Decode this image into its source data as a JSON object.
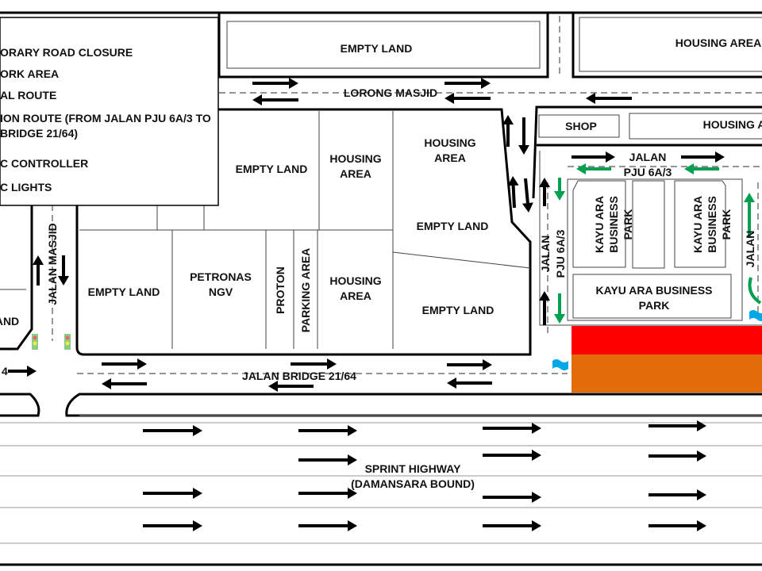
{
  "legend": {
    "items": [
      "ORARY ROAD CLOSURE",
      "ORK AREA",
      "AL ROUTE",
      "ION ROUTE (FROM JALAN PJU 6A/3 TO",
      "BRIDGE 21/64)",
      "C CONTROLLER",
      "C LIGHTS"
    ]
  },
  "roads": {
    "lorong_masjid": "LORONG MASJID",
    "jalan_masjid": "JALAN MASJID",
    "jalan_bridge": "JALAN BRIDGE 21/64",
    "jalan_bridge_left_fragment": "4",
    "pju_top_1": "JALAN",
    "pju_top_2": "PJU 6A/3",
    "pju_left_1": "JALAN",
    "pju_left_2": "PJU 6A/3",
    "pju_right": "JALAN",
    "highway_1": "SPRINT HIGHWAY",
    "highway_2": "(DAMANSARA BOUND)"
  },
  "areas": {
    "empty_top": "EMPTY LAND",
    "housing_top_right": "HOUSING AREA",
    "shop": "SHOP",
    "housing_right": "HOUSING A",
    "empty_mid": "EMPTY LAND",
    "housing_mid_1": "HOUSING",
    "housing_mid_2": "AREA",
    "housing_r_1": "HOUSING",
    "housing_r_2": "AREA",
    "empty_r": "EMPTY LAND",
    "empty_left": "EMPTY LAND",
    "petronas_1": "PETRONAS",
    "petronas_2": "NGV",
    "proton": "PROTON",
    "parking": "PARKING AREA",
    "housing_low_1": "HOUSING",
    "housing_low_2": "AREA",
    "empty_low": "EMPTY LAND",
    "left_fragment": "AND",
    "kayu_1a": "KAYU ARA",
    "kayu_1b": "BUSINESS",
    "kayu_1c": "PARK",
    "kayu_2a": "KAYU ARA",
    "kayu_2b": "BUSINESS",
    "kayu_2c": "PARK",
    "kayu_3a": "KAYU ARA BUSINESS",
    "kayu_3b": "PARK"
  },
  "colors": {
    "closure": "#ff0000",
    "work_area": "#e36c0a",
    "diversion": "#00a050",
    "flag": "#00a8e8"
  }
}
